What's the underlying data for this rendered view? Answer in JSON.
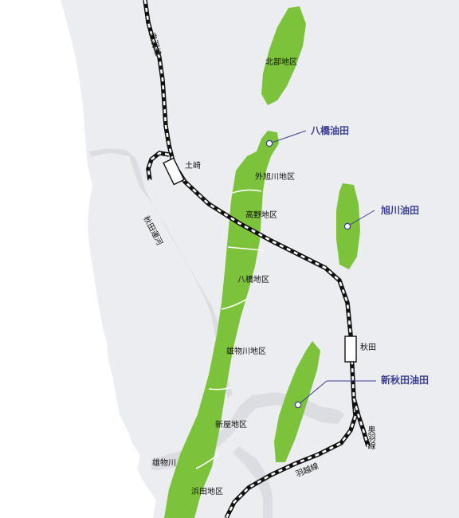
{
  "map": {
    "districts": [
      {
        "id": "hokubu",
        "label": "北部地区"
      },
      {
        "id": "sotoasahikawa",
        "label": "外旭川地区"
      },
      {
        "id": "takano",
        "label": "高野地区"
      },
      {
        "id": "yabase",
        "label": "八橋地区"
      },
      {
        "id": "omonogawa",
        "label": "雄物川地区"
      },
      {
        "id": "shinya",
        "label": "新屋地区"
      },
      {
        "id": "hamada",
        "label": "浜田地区"
      }
    ],
    "oil_fields": [
      {
        "id": "yabase",
        "label": "八橋油田"
      },
      {
        "id": "asahikawa",
        "label": "旭川油田"
      },
      {
        "id": "shin-akita",
        "label": "新秋田油田"
      }
    ],
    "stations": [
      {
        "id": "tsuchizaki",
        "label": "土崎"
      },
      {
        "id": "akita",
        "label": "秋田"
      }
    ],
    "rail_lines": [
      {
        "id": "ou-north",
        "label": "奥羽線"
      },
      {
        "id": "ou-south",
        "label": "奥羽線"
      },
      {
        "id": "uetsu",
        "label": "羽越線"
      }
    ],
    "water": [
      {
        "id": "canal",
        "label": "秋田運河"
      },
      {
        "id": "omono-river",
        "label": "雄物川"
      }
    ],
    "colors": {
      "sea": "#ffffff",
      "land": "#ecedf0",
      "water": "#dcdde2",
      "green": "#7cc23a",
      "rail": "#111111",
      "field_label": "#3b3f8f"
    }
  }
}
